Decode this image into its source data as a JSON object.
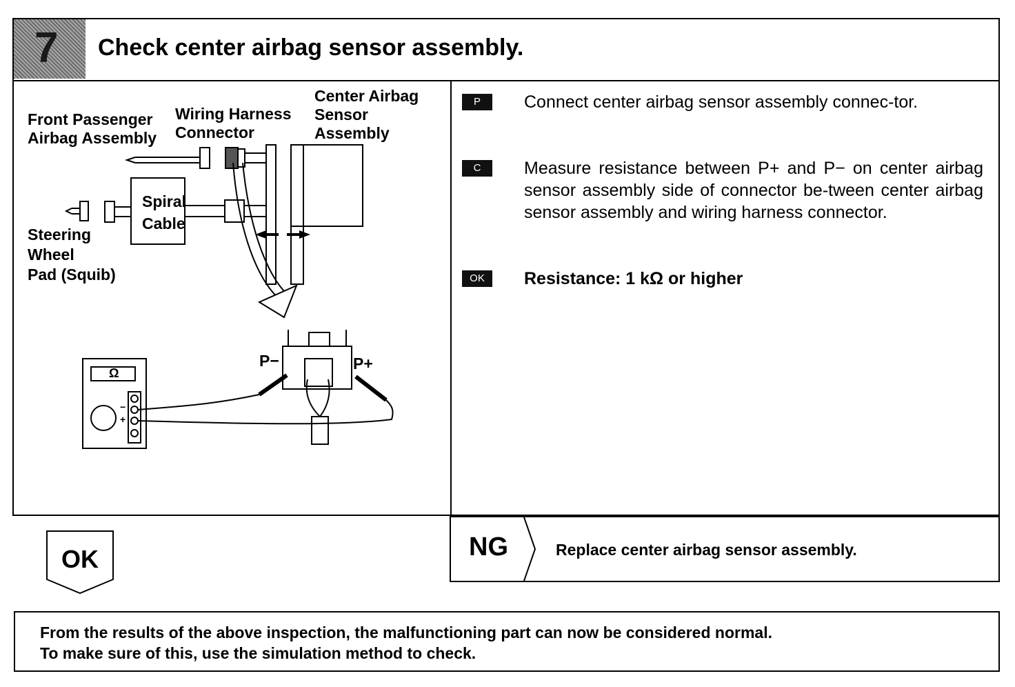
{
  "header": {
    "step_number": "7",
    "title": "Check center airbag sensor assembly."
  },
  "diagram": {
    "labels": {
      "front_passenger": [
        "Front Passenger",
        "Airbag Assembly"
      ],
      "wiring_harness": [
        "Wiring Harness",
        "Connector"
      ],
      "center_airbag": [
        "Center Airbag",
        "Sensor",
        "Assembly"
      ],
      "spiral_cable": [
        "Spiral",
        "Cable"
      ],
      "steering_wheel": [
        "Steering",
        "Wheel",
        "Pad (Squib)"
      ],
      "p_minus": "P−",
      "p_plus": "P+",
      "ohm_symbol": "Ω",
      "meter_minus": "−",
      "meter_plus": "+"
    }
  },
  "steps": [
    {
      "tag": "P",
      "text": "Connect center airbag sensor assembly connec-tor."
    },
    {
      "tag": "C",
      "text": "Measure resistance between P+ and P− on center airbag sensor assembly side of connector be-tween center airbag sensor assembly and wiring harness connector."
    },
    {
      "tag": "OK",
      "text": "Resistance:   1 kΩ or higher"
    }
  ],
  "ok_result": {
    "label": "OK"
  },
  "ng_result": {
    "label": "NG",
    "text": "Replace center airbag sensor assembly."
  },
  "note": {
    "line1": "From the results of the above inspection, the malfunctioning part can now be considered normal.",
    "line2": "To make sure of this, use the simulation method to check."
  }
}
